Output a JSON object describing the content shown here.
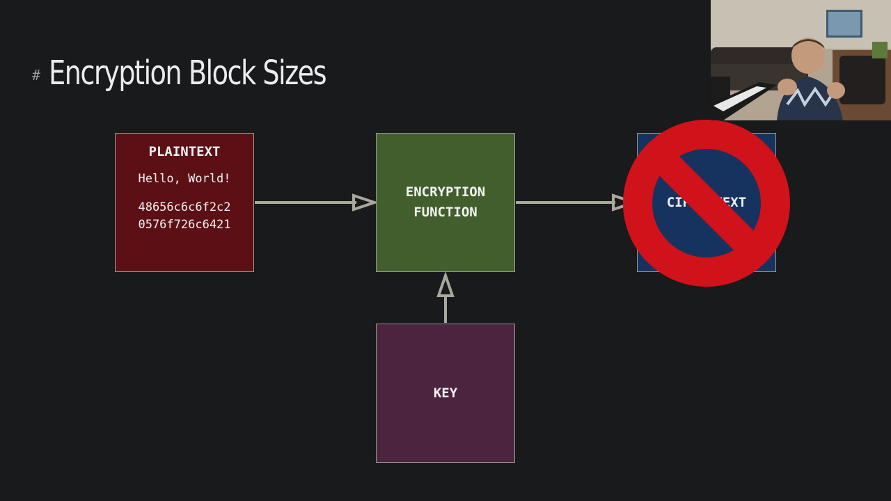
{
  "slide": {
    "hash": "#",
    "title": "Encryption Block Sizes"
  },
  "diagram": {
    "plaintext": {
      "heading": "PLAINTEXT",
      "message": "Hello, World!",
      "hex_line1": "48656c6c6f2c2",
      "hex_line2": "0576f726c6421"
    },
    "encryption_function": {
      "label": "ENCRYPTION\nFUNCTION"
    },
    "ciphertext": {
      "label": "CIPHERTEXT"
    },
    "key": {
      "label": "KEY"
    }
  },
  "colors": {
    "background": "#181a1b",
    "plaintext_box": "#5c1016",
    "encryption_box": "#435e2d",
    "ciphertext_box": "#16325f",
    "key_box": "#4c2440",
    "arrow": "#a8a89c",
    "prohibition_sign": "#d0121a"
  },
  "icons": {
    "prohibition": "no-symbol-icon",
    "presenter": "webcam-video"
  }
}
